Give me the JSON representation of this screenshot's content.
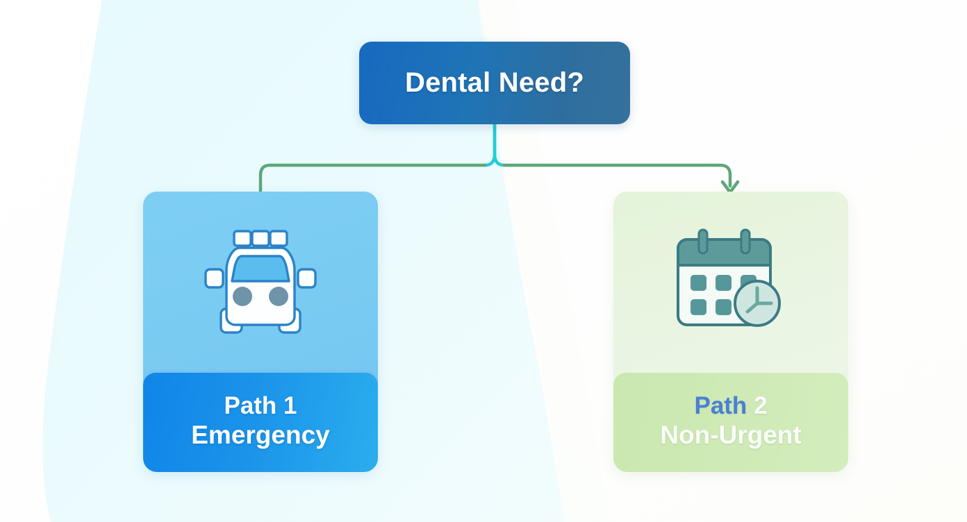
{
  "diagram": {
    "type": "decision-flowchart",
    "title_node": {
      "label": "Dental Need?",
      "color_from": "#1769c0",
      "color_to": "#36719d"
    },
    "branches": [
      {
        "id": "path-1",
        "side": "left",
        "icon": "ambulance-icon",
        "line_1": "Path 1",
        "line_2": "Emergency",
        "card_color": "#7ecef4",
        "label_color_from": "#0f86e8",
        "label_color_to": "#2badee",
        "line_1_color": "#ffffff",
        "line_2_color": "#ffffff",
        "connector_color": "#2196d8",
        "has_arrowhead": false
      },
      {
        "id": "path-2",
        "side": "right",
        "icon": "calendar-clock-icon",
        "line_1_word": "Path",
        "line_1_number": "2",
        "line_1": "Path 2",
        "line_2": "Non-Urgent",
        "card_color": "#e4f3da",
        "label_color_from": "#c9e8ae",
        "label_color_to": "#d3edbc",
        "line_1_word_color": "#4a7fd4",
        "line_1_number_color": "#ffffff",
        "line_2_color": "#ffffff",
        "connector_color": "#5ca877",
        "has_arrowhead": true
      }
    ],
    "connector": {
      "gradient_left": "#1f7fc4",
      "gradient_center": "#22cbd6",
      "gradient_right": "#5ca877"
    },
    "background": {
      "base_color": "#ffffff",
      "blob_color": "#e8fbfd"
    }
  }
}
